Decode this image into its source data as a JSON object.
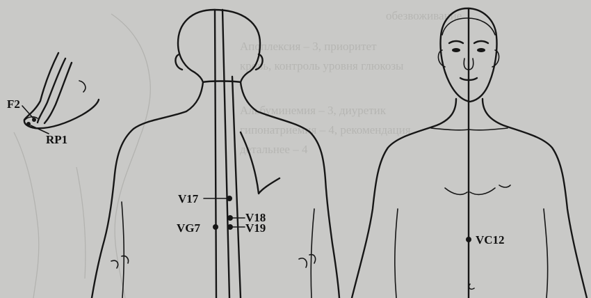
{
  "figures": {
    "foot": {
      "points": [
        {
          "id": "F2",
          "label": "F2"
        },
        {
          "id": "RP1",
          "label": "RP1"
        }
      ]
    },
    "back": {
      "points": [
        {
          "id": "V17",
          "label": "V17"
        },
        {
          "id": "V18",
          "label": "V18"
        },
        {
          "id": "VG7",
          "label": "VG7"
        },
        {
          "id": "V19",
          "label": "V19"
        }
      ]
    },
    "front": {
      "points": [
        {
          "id": "VC12",
          "label": "VC12"
        }
      ]
    }
  },
  "background_text": [
    "обезвоживание",
    "Апоплексия – 3, приоритет",
    "кровь, контроль уровня глюкозы",
    "",
    "Альбуминемия – 3, диуретик",
    "гипонатриемия – 4, рекомендация",
    "детальнее – 4"
  ],
  "colors": {
    "background": "#c9c9c7",
    "ink": "#161616",
    "faint_text": "#b6b6b3"
  }
}
